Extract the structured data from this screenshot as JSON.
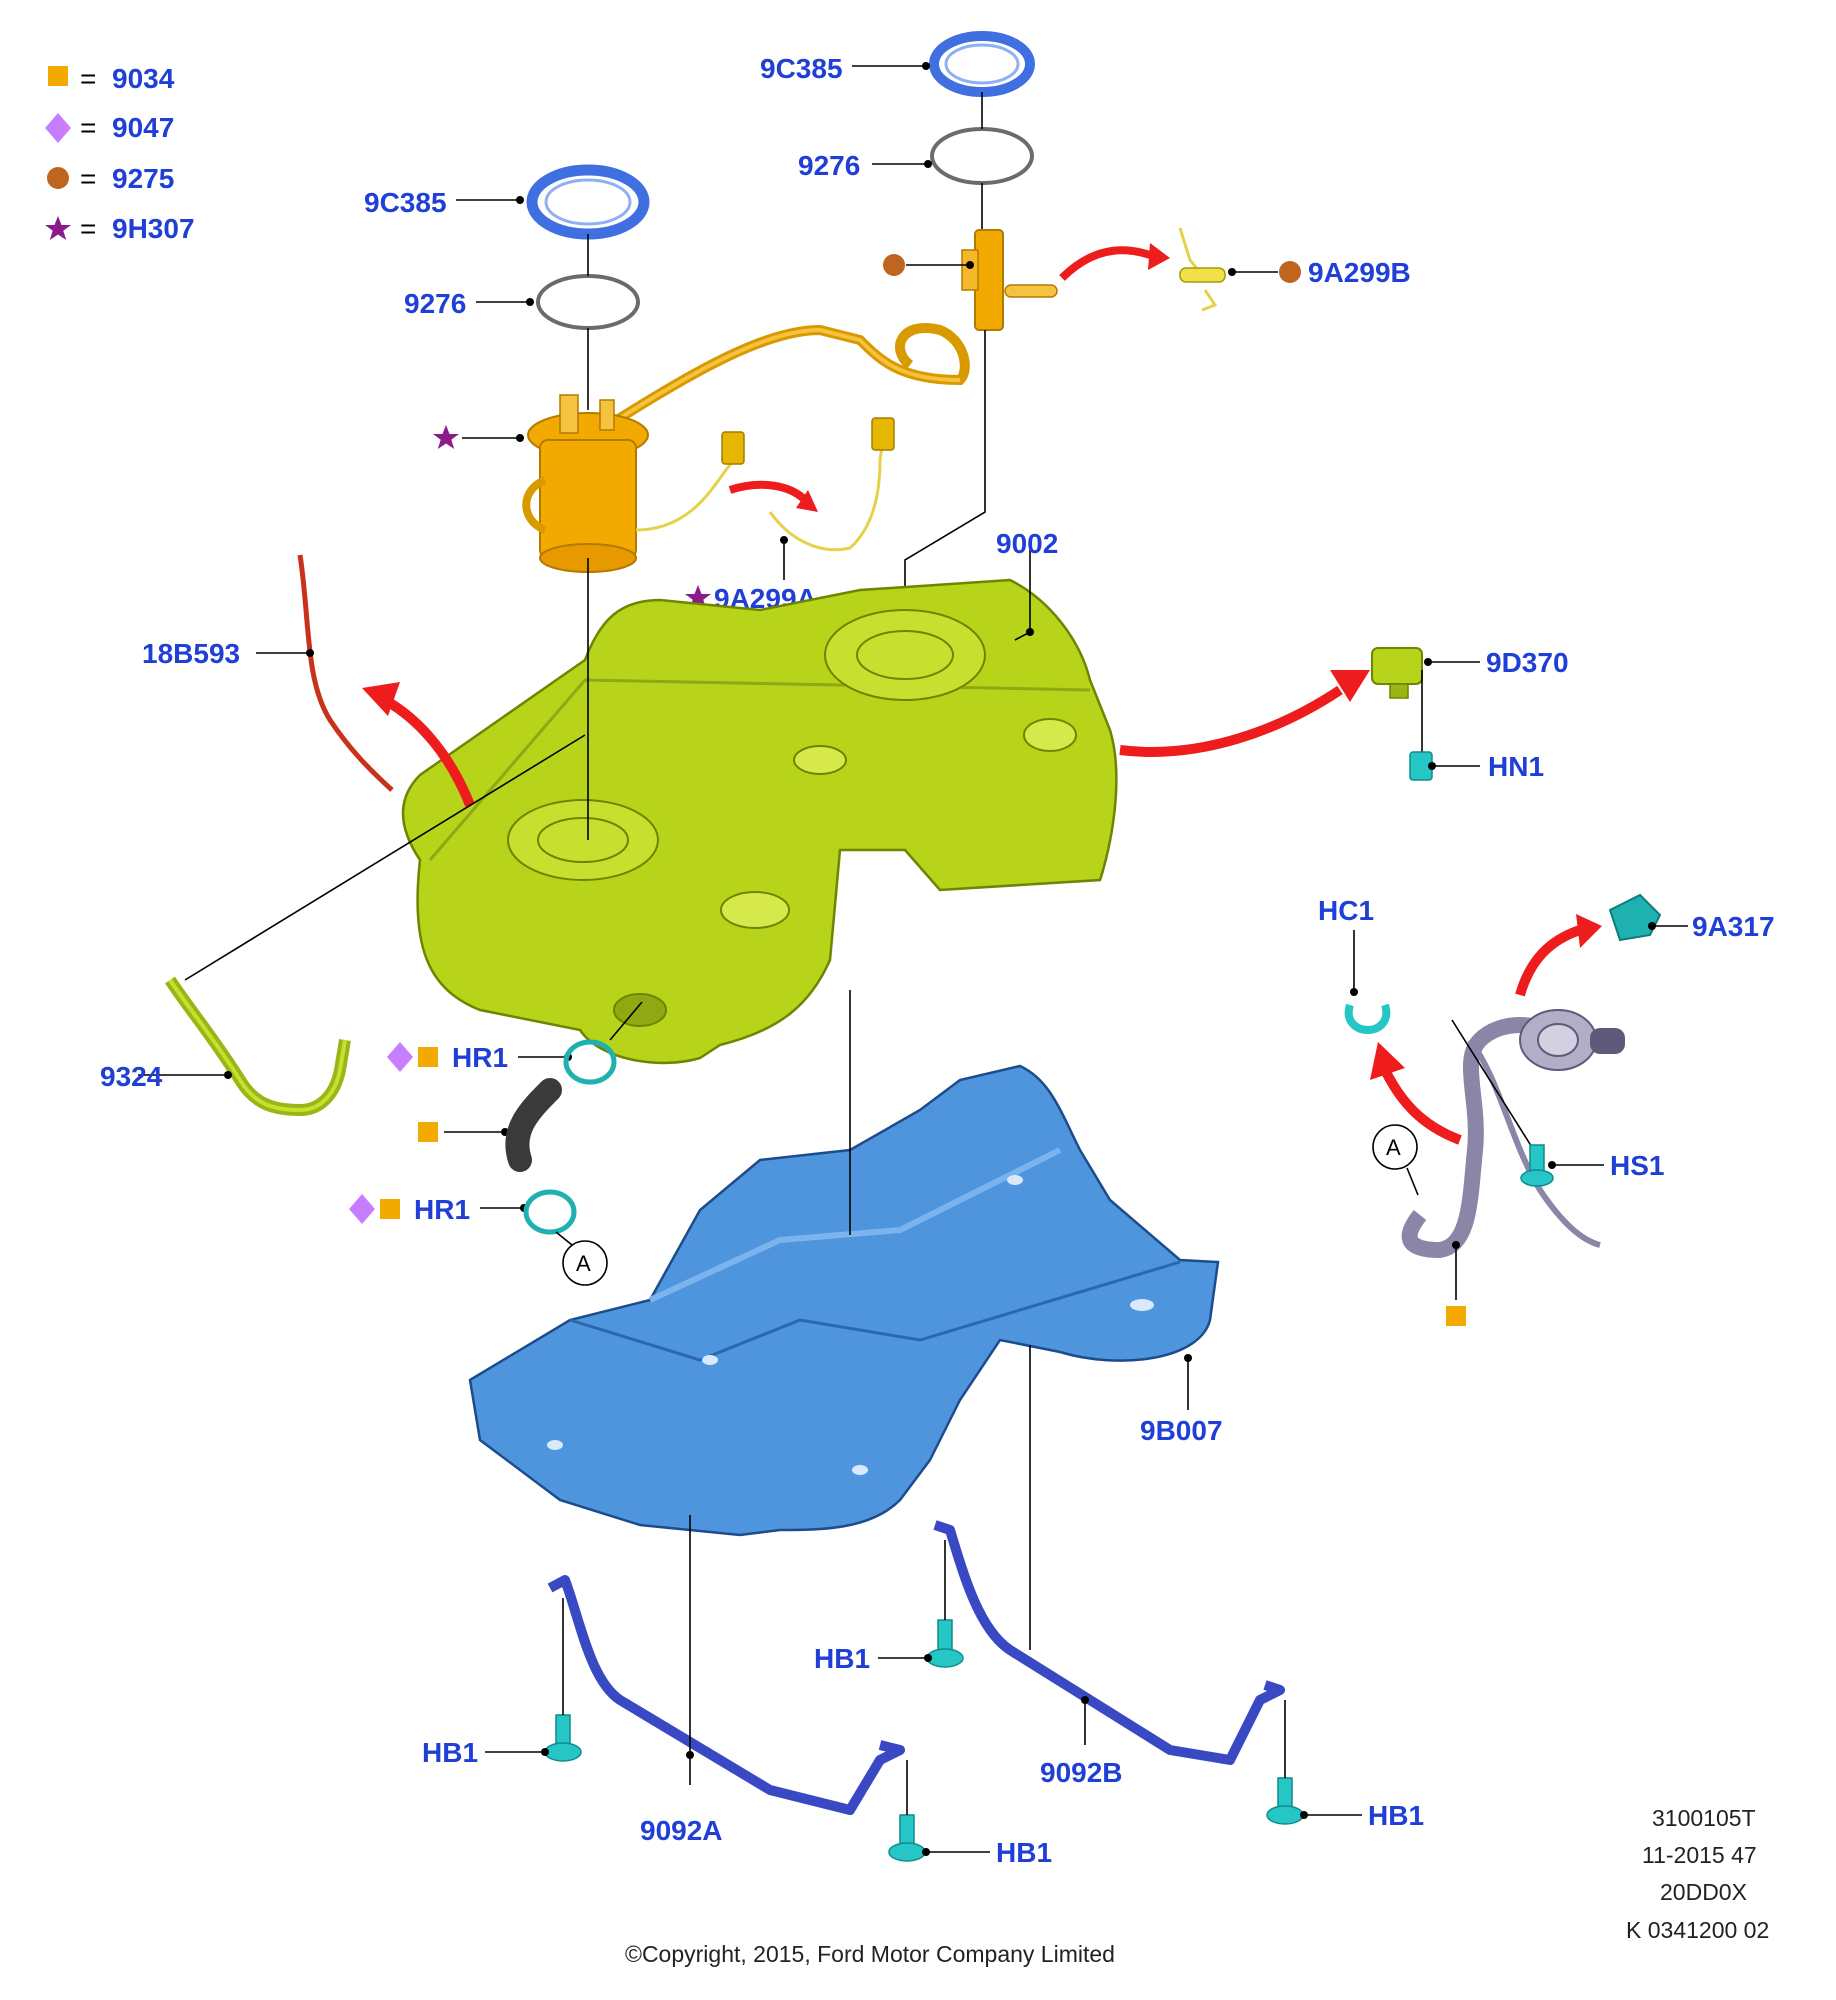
{
  "legend": [
    {
      "symbol": "square",
      "color": "#f2a900",
      "equals": "=",
      "code": "9034"
    },
    {
      "symbol": "diamond",
      "color": "#c77dff",
      "equals": "=",
      "code": "9047"
    },
    {
      "symbol": "circle",
      "color": "#c0651f",
      "equals": "=",
      "code": "9275"
    },
    {
      "symbol": "star",
      "color": "#8b1a8b",
      "equals": "=",
      "code": "9H307"
    }
  ],
  "labels": {
    "seal_ring_right": "9C385",
    "o_ring_right": "9276",
    "seal_ring_left": "9C385",
    "o_ring_left": "9276",
    "sender_right": "9A299B",
    "sender_left": "9A299A",
    "tank": "9002",
    "vent_tube": "18B593",
    "valve": "9D370",
    "nut_valve": "HN1",
    "clip": "HC1",
    "connector": "9A317",
    "filler_tube": "9324",
    "hose_clamp_upper": "HR1",
    "hose_clamp_lower": "HR1",
    "screw_filler": "HS1",
    "shield": "9B007",
    "strap_left": "9092A",
    "strap_right": "9092B",
    "bolt_1": "HB1",
    "bolt_2": "HB1",
    "bolt_3": "HB1",
    "bolt_4": "HB1",
    "callout_a": "A"
  },
  "meta": {
    "line1": "3100105T",
    "line2": "11-2015 47",
    "line3": "20DD0X",
    "line4": "K 0341200 02"
  },
  "copyright": "©Copyright, 2015, Ford Motor Company Limited",
  "colors": {
    "label": "#1f3fd6",
    "tank": "#b7d31a",
    "shield": "#4f95dd",
    "pump": "#f2a900",
    "strap": "#3949c4",
    "fastener": "#26c6c6",
    "arrow": "#ee1c1c",
    "hose": "#8a86a8"
  }
}
